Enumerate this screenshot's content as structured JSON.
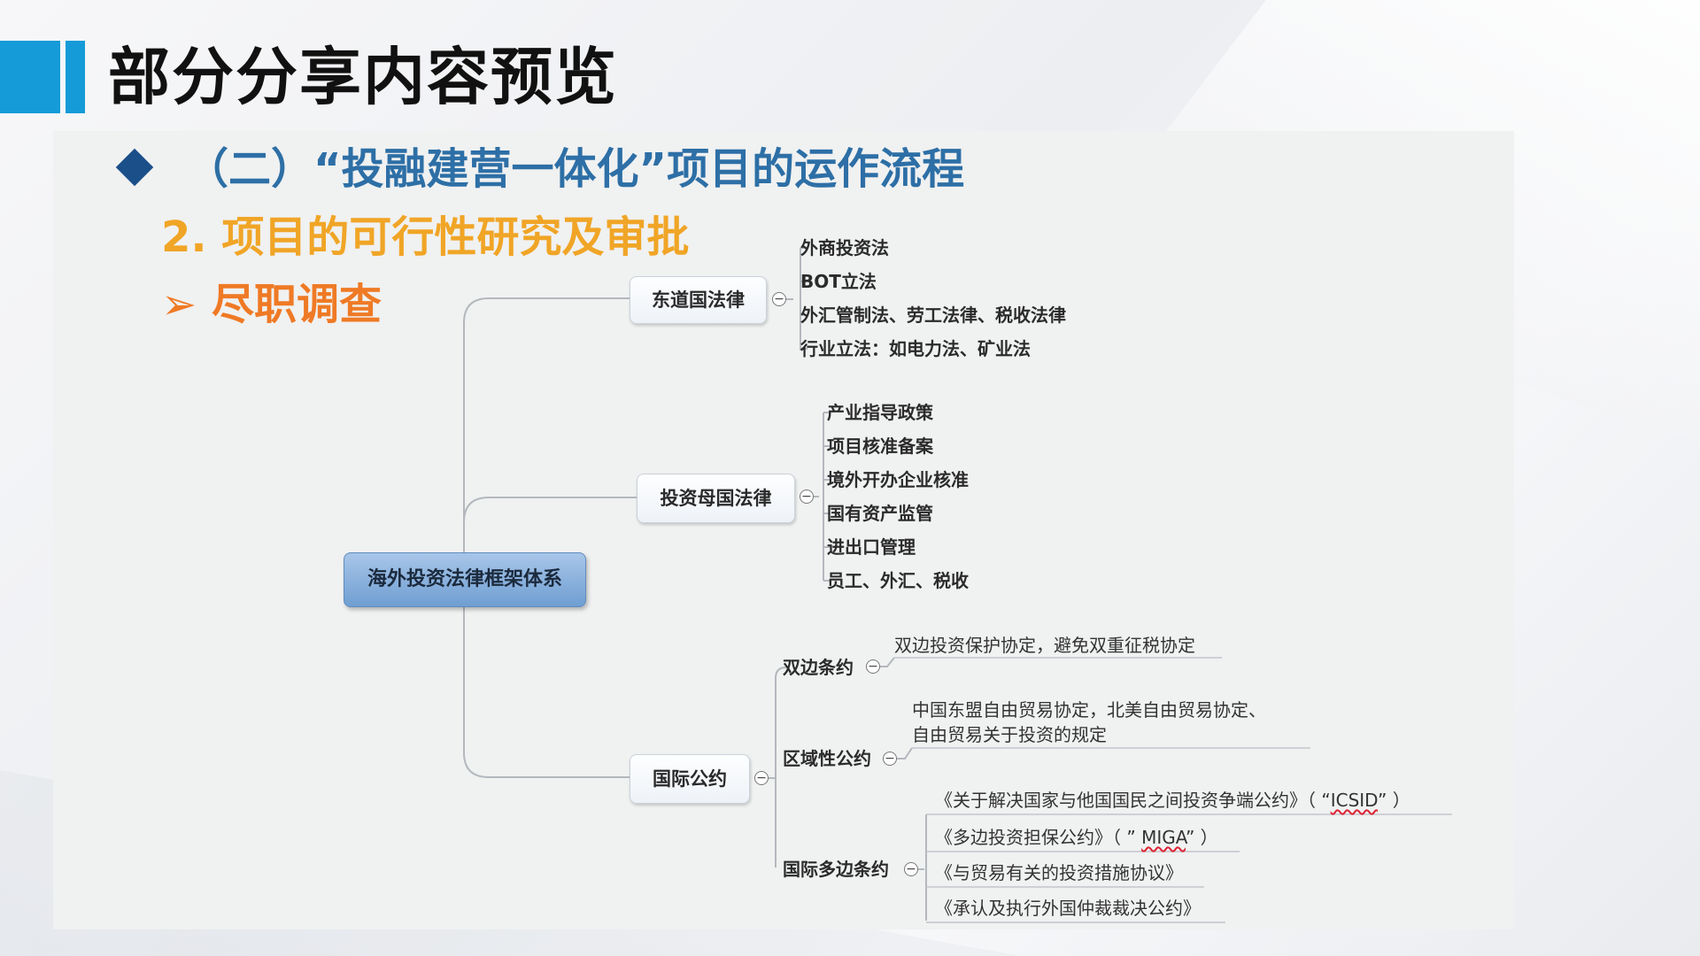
{
  "header": {
    "title": "部分分享内容预览",
    "section": "（二）“投融建营一体化”项目的运作流程",
    "subsection": "2. 项目的可行性研究及审批",
    "topic_marker": "➢",
    "topic": "尽职调查"
  },
  "colors": {
    "accent_blue": "#159bd8",
    "section_blue": "#2d6fa6",
    "subsection_orange": "#f0a526",
    "topic_orange": "#ef7a25",
    "root_blue": "#6f9ed2"
  },
  "mindmap": {
    "root": "海外投资法律框架体系",
    "collapse_symbol": "−",
    "branches": [
      {
        "label": "东道国法律",
        "items": [
          "外商投资法",
          "BOT立法",
          "外汇管制法、劳工法律、税收法律",
          "行业立法：如电力法、矿业法"
        ]
      },
      {
        "label": "投资母国法律",
        "items": [
          "产业指导政策",
          "项目核准备案",
          "境外开办企业核准",
          "国有资产监管",
          "进出口管理",
          "员工、外汇、税收"
        ]
      },
      {
        "label": "国际公约",
        "subs": [
          {
            "label": "双边条约",
            "items": [
              "双边投资保护协定，避免双重征税协定"
            ]
          },
          {
            "label": "区域性公约",
            "items": [
              "中国东盟自由贸易协定，北美自由贸易协定、",
              "自由贸易关于投资的规定"
            ]
          },
          {
            "label": "国际多边条约",
            "items": [
              {
                "pre": "《关于解决国家与他国国民之间投资争端公约》（  “",
                "mark": "ICSID",
                "post": "” ）"
              },
              {
                "pre": "《多边投资担保公约》（ ” ",
                "mark": "MIGA",
                "post": "” ）"
              },
              {
                "pre": "《与贸易有关的投资措施协议》",
                "mark": "",
                "post": ""
              },
              {
                "pre": "《承认及执行外国仲裁裁决公约》",
                "mark": "",
                "post": ""
              }
            ]
          }
        ]
      }
    ]
  }
}
